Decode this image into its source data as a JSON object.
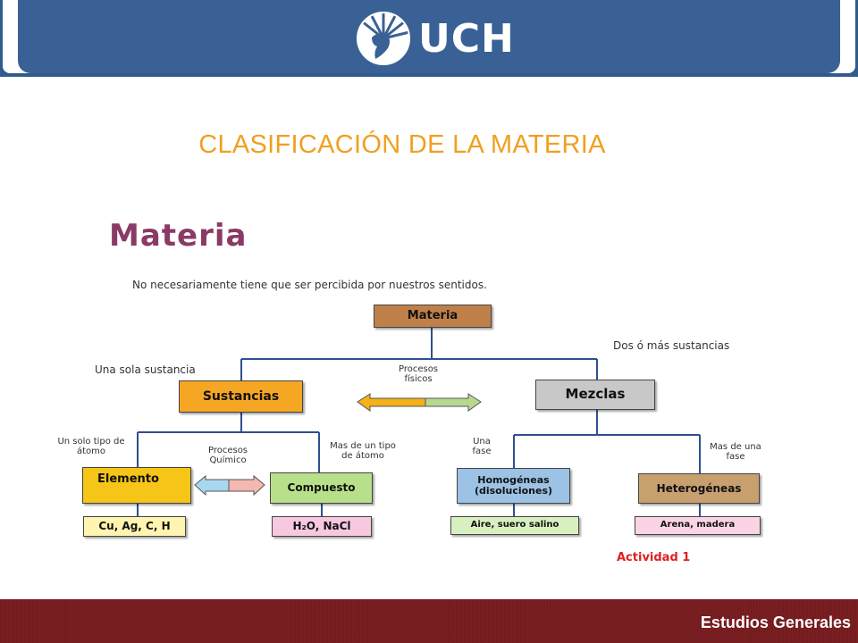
{
  "header": {
    "logo_text": "UCH"
  },
  "slide_title": "CLASIFICACIÓN DE LA MATERIA",
  "diagram": {
    "title": "Materia",
    "subtitle": "No necesariamente tiene que ser percibida por nuestros sentidos.",
    "nodes": {
      "materia": "Materia",
      "sustancias": "Sustancias",
      "mezclas": "Mezclas",
      "elemento": "Elemento",
      "compuesto": "Compuesto",
      "homogeneas": "Homogéneas (disoluciones)",
      "heterogeneas": "Heterogéneas"
    },
    "examples": {
      "elemento": "Cu, Ag, C, H",
      "compuesto": "H₂O, NaCl",
      "homogeneas": "Aire, suero salino",
      "heterogeneas": "Arena, madera"
    },
    "labels": {
      "una_sola_sustancia": "Una sola sustancia",
      "dos_o_mas": "Dos ó más sustancias",
      "procesos_fisicos": "Procesos físicos",
      "procesos_quimico": "Procesos Químico",
      "un_solo_tipo": "Un solo tipo de átomo",
      "mas_de_un_tipo": "Mas de un tipo de átomo",
      "una_fase": "Una fase",
      "mas_de_una_fase": "Mas de una fase"
    },
    "activity": "Actividad 1"
  },
  "footer": {
    "text": "Estudios Generales"
  },
  "colors": {
    "header_blue": "#3a6195",
    "title_orange": "#f0a020",
    "diagram_title": "#8a3a66",
    "materia_box": "#c0804a",
    "sustancias_box": "#f5a623",
    "mezclas_box": "#c8c8c8",
    "elemento_box": "#f5c518",
    "compuesto_box": "#b8e08a",
    "homogeneas_box": "#9cc2e5",
    "heterogeneas_box": "#c8a070",
    "example_yellow": "#fff4b0",
    "example_pink": "#f8c8e0",
    "example_green": "#d8f0c0",
    "example_pink_light": "#fad4e4",
    "footer_maroon": "#7a1e22",
    "activity_red": "#e02020"
  }
}
